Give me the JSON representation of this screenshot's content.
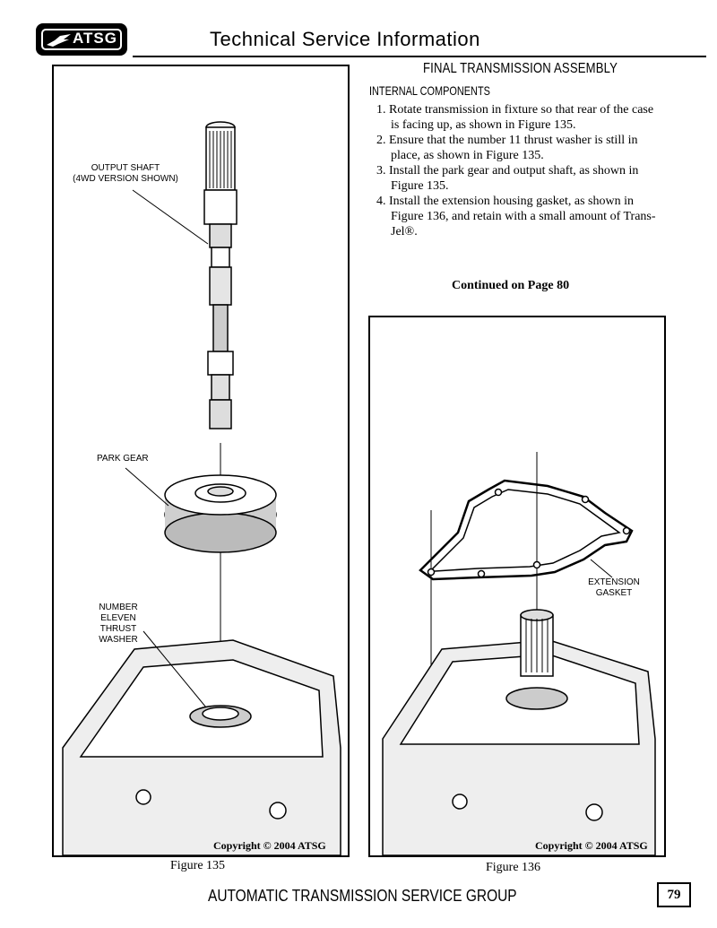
{
  "header": {
    "logo_text": "ATSG",
    "title": "Technical Service Information"
  },
  "section": {
    "title": "FINAL TRANSMISSION ASSEMBLY",
    "subtitle": "INTERNAL COMPONENTS",
    "steps": [
      {
        "num": "1.",
        "text": "Rotate transmission in fixture so that rear of the case is facing up, as shown in Figure 135."
      },
      {
        "num": "2.",
        "text": "Ensure that the number 11 thrust washer is still in place, as shown in Figure 135."
      },
      {
        "num": "3.",
        "text": "Install the park gear and output shaft, as shown in Figure 135."
      },
      {
        "num": "4.",
        "text": "Install the extension housing gasket, as shown in Figure 136, and retain with a small amount of Trans-Jel®."
      }
    ],
    "continued": "Continued on Page 80"
  },
  "figure135": {
    "callouts": {
      "output_shaft_line1": "OUTPUT SHAFT",
      "output_shaft_line2": "(4WD VERSION SHOWN)",
      "park_gear": "PARK GEAR",
      "thrust_washer_line1": "NUMBER ELEVEN",
      "thrust_washer_line2": "THRUST WASHER"
    },
    "copyright": "Copyright © 2004 ATSG",
    "caption": "Figure 135"
  },
  "figure136": {
    "callouts": {
      "gasket_line1": "EXTENSION",
      "gasket_line2": "GASKET"
    },
    "copyright": "Copyright © 2004 ATSG",
    "caption": "Figure 136"
  },
  "footer": {
    "text": "AUTOMATIC TRANSMISSION SERVICE GROUP",
    "page_number": "79"
  }
}
